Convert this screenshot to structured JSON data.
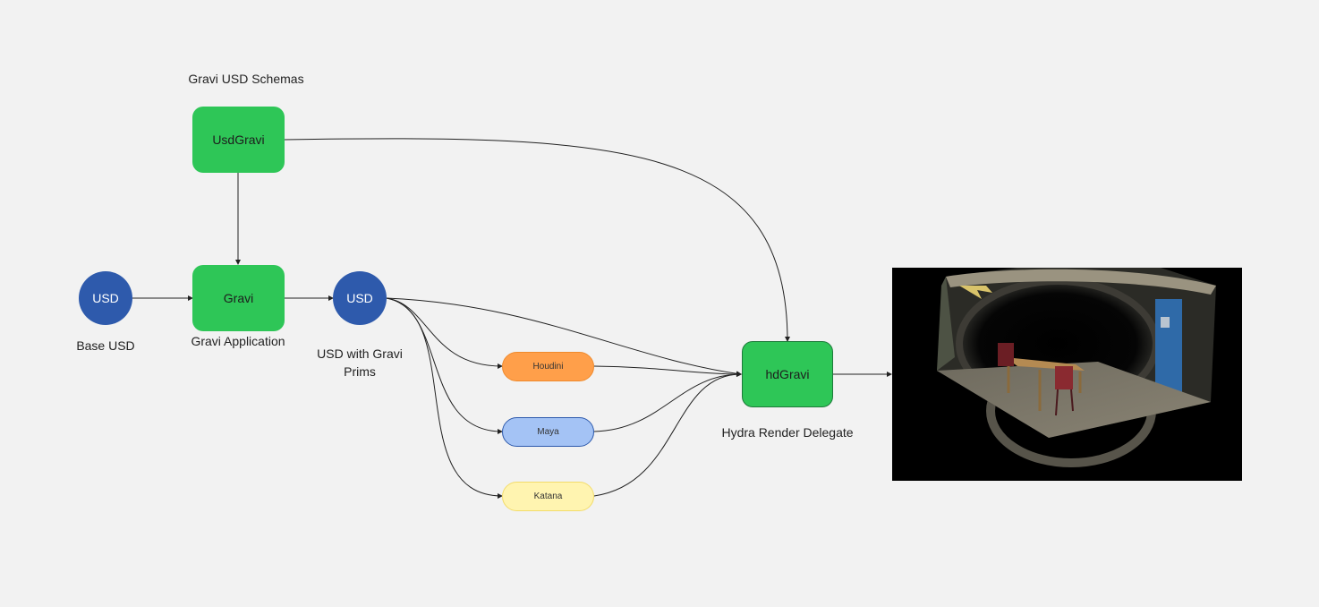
{
  "nodes": {
    "usdgravi": "UsdGravi",
    "gravi": "Gravi",
    "usd_base": "USD",
    "usd_prims": "USD",
    "houdini": "Houdini",
    "maya": "Maya",
    "katana": "Katana",
    "hdgravi": "hdGravi"
  },
  "labels": {
    "schemas": "Gravi USD Schemas",
    "base_usd": "Base USD",
    "gravi_app": "Gravi Application",
    "usd_prims_line1": "USD with Gravi",
    "usd_prims_line2": "Prims",
    "render_delegate": "Hydra Render Delegate"
  },
  "colors": {
    "background": "#f2f2f2",
    "green": "#2ec657",
    "blue_circle": "#2e5aac",
    "houdini": "#ff9f4a",
    "maya": "#a4c3f5",
    "katana": "#fff4b0"
  }
}
